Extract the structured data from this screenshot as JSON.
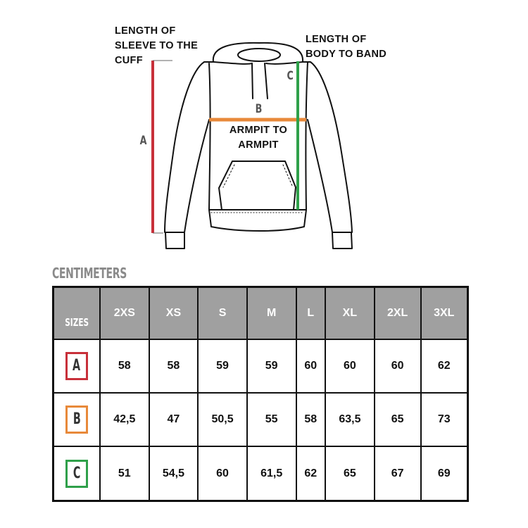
{
  "diagram": {
    "sleeve_label": [
      "LENGTH OF",
      "SLEEVE TO THE",
      "CUFF"
    ],
    "body_label": [
      "LENGTH OF",
      "BODY TO BAND"
    ],
    "armpit_label": [
      "ARMPIT TO",
      "ARMPIT"
    ],
    "markers": {
      "a": "A",
      "b": "B",
      "c": "C"
    },
    "colors": {
      "a": "#c8303a",
      "b": "#e8893a",
      "c": "#2fa04a"
    }
  },
  "table": {
    "title": "CENTIMETERS",
    "header": [
      "SIZES",
      "2XS",
      "XS",
      "S",
      "M",
      "L",
      "XL",
      "2XL",
      "3XL"
    ],
    "rows": [
      {
        "label": "A",
        "values": [
          "58",
          "58",
          "59",
          "59",
          "60",
          "60",
          "60",
          "62"
        ]
      },
      {
        "label": "B",
        "values": [
          "42,5",
          "47",
          "50,5",
          "55",
          "58",
          "63,5",
          "65",
          "73"
        ]
      },
      {
        "label": "C",
        "values": [
          "51",
          "54,5",
          "60",
          "61,5",
          "62",
          "65",
          "67",
          "69"
        ]
      }
    ]
  }
}
